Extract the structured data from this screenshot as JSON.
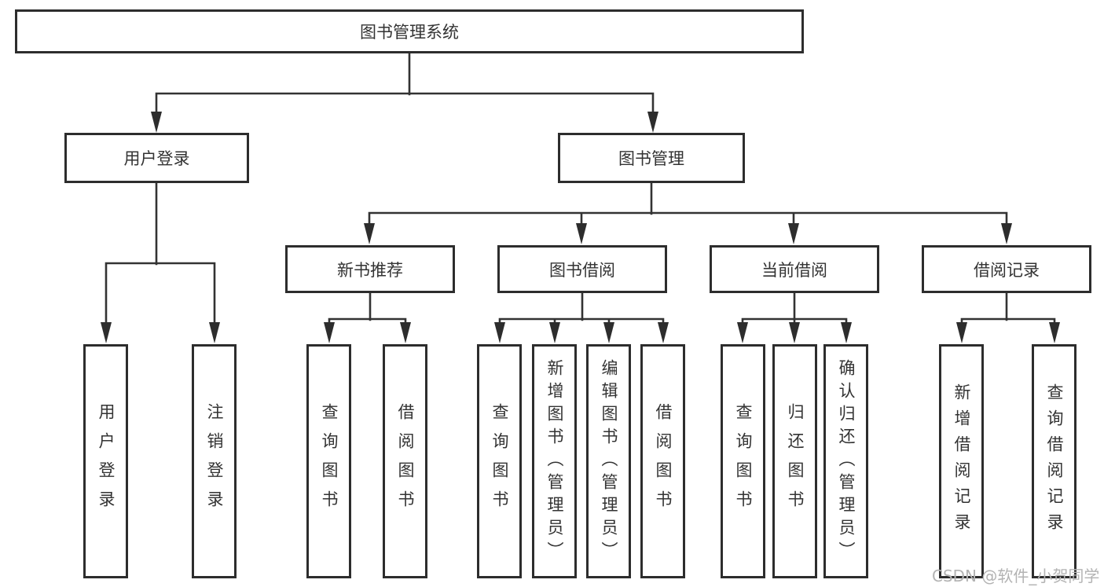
{
  "diagram": {
    "root": {
      "label": "图书管理系统"
    },
    "branches": [
      {
        "label": "用户登录",
        "children": [
          {
            "label": "用户登录"
          },
          {
            "label": "注销登录"
          }
        ]
      },
      {
        "label": "图书管理",
        "children": [
          {
            "label": "新书推荐",
            "children": [
              {
                "label": "查询图书"
              },
              {
                "label": "借阅图书"
              }
            ]
          },
          {
            "label": "图书借阅",
            "children": [
              {
                "label": "查询图书"
              },
              {
                "label": "新增图书（管理员）"
              },
              {
                "label": "编辑图书（管理员）"
              },
              {
                "label": "借阅图书"
              }
            ]
          },
          {
            "label": "当前借阅",
            "children": [
              {
                "label": "查询图书"
              },
              {
                "label": "归还图书"
              },
              {
                "label": "确认归还（管理员）"
              }
            ]
          },
          {
            "label": "借阅记录",
            "children": [
              {
                "label": "新增借阅记录"
              },
              {
                "label": "查询借阅记录"
              }
            ]
          }
        ]
      }
    ],
    "watermark": "CSDN @软件_小贺同学",
    "colors": {
      "line": "#333333",
      "arrow": "#2d2d2d",
      "box_border": "#2d2d2d",
      "text": "#333333",
      "watermark": "#b3b3b3",
      "background": "#ffffff"
    }
  }
}
